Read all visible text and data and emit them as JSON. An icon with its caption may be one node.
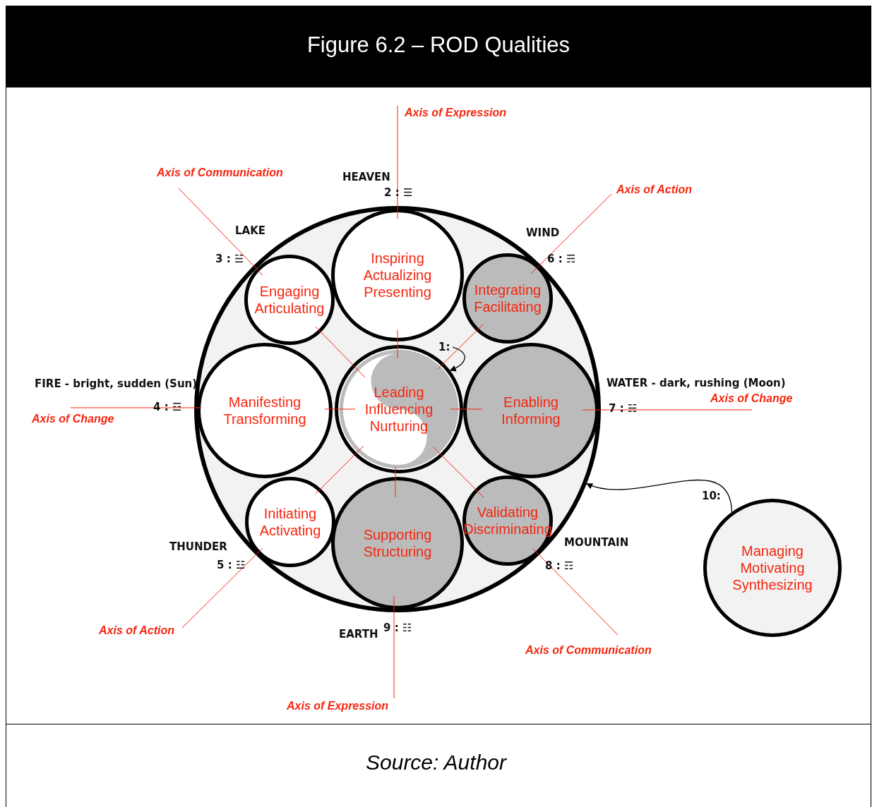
{
  "diagram": {
    "title": "Figure 6.2 – ROD Qualities",
    "caption": "Source: Author",
    "nodes": [
      {
        "text": [],
        "shape": "circle"
      },
      {
        "text": [
          "Inspiring Actualizing Presenting"
        ],
        "in": 0
      },
      {
        "text": [
          "Engaging Articulating"
        ],
        "in": 0
      },
      {
        "text": [
          "Integrating Facilitating"
        ],
        "in": 0
      },
      {
        "text": [
          "Manifesting Transforming"
        ],
        "in": 0
      },
      {
        "text": [
          "Leading Influencing Nurturing"
        ],
        "in": 0
      },
      {
        "text": [
          "Enabling Informing"
        ],
        "in": 0
      },
      {
        "text": [
          "Initiating Activating"
        ],
        "in": 0
      },
      {
        "text": [
          "Supporting Structuring"
        ],
        "in": 0
      },
      {
        "text": [
          "Validating Discriminating"
        ],
        "in": 0
      },
      {
        "text": [
          "Managing Motivating Synthesizing"
        ],
        "beside": [
          "10:"
        ]
      },
      {
        "text": [
          "1:"
        ],
        "in": 0
      }
    ],
    "edges": [
      {
        "from": 10,
        "to": 0,
        "arrow": "to"
      },
      {
        "from": 11,
        "to": 5,
        "arrow": "to"
      }
    ],
    "labels": [
      "Axis of Expression",
      "Axis of Communication",
      "HEAVEN",
      "2 : ☰",
      "Axis of Action",
      "LAKE",
      "WIND",
      "3 : ☱",
      "6 : ☴",
      "FIRE - bright, sudden (Sun)",
      "WATER - dark, rushing (Moon)",
      "Axis of Change",
      "4 : ☲",
      "7 : ☵",
      "Axis of Change",
      "THUNDER",
      "MOUNTAIN",
      "5 : ☳",
      "8 : ☶",
      "Axis of Action",
      "EARTH",
      "9 : ☷",
      "Axis of Communication",
      "Axis of Expression"
    ]
  }
}
